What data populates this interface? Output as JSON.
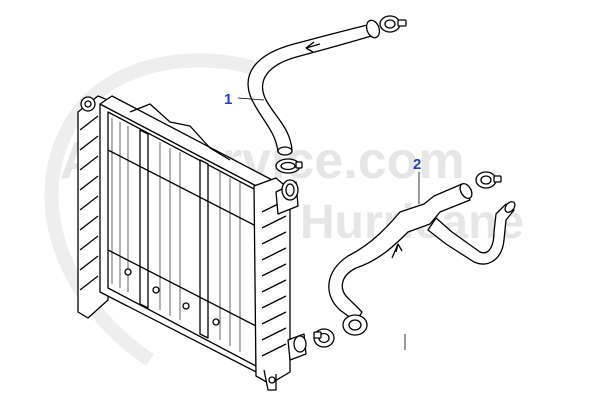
{
  "watermark": {
    "line1": "AlfaService.com",
    "line2": "Hurricane",
    "color": "#e6e6e6"
  },
  "callouts": [
    {
      "id": "1",
      "label": "1"
    },
    {
      "id": "2",
      "label": "2"
    }
  ],
  "parts": {
    "radiator": "radiator",
    "hose_upper": "upper-radiator-hose",
    "hose_lower": "lower-radiator-hose-assembly",
    "clamps": [
      "hose-clamp",
      "hose-clamp",
      "hose-clamp",
      "hose-clamp"
    ]
  },
  "colors": {
    "callout": "#1f3fbf",
    "line": "#000000",
    "fill": "#ffffff"
  }
}
